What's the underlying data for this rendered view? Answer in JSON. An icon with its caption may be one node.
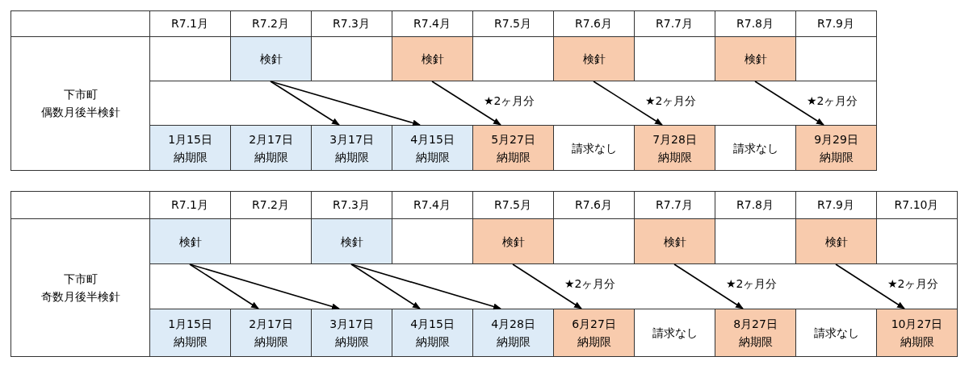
{
  "diagram": {
    "nodes": [
      {
        "text": [
          "検針"
        ]
      },
      {
        "text": [
          "検針"
        ]
      },
      {
        "text": [
          "検針"
        ]
      },
      {
        "text": [
          "検針"
        ]
      },
      {
        "text": [
          "1月15日",
          "納期限"
        ]
      },
      {
        "text": [
          "2月17日",
          "納期限"
        ]
      },
      {
        "text": [
          "3月17日",
          "納期限"
        ]
      },
      {
        "text": [
          "4月15日",
          "納期限"
        ]
      },
      {
        "text": [
          "5月27日",
          "納期限"
        ]
      },
      {
        "text": [
          "請求なし"
        ]
      },
      {
        "text": [
          "7月28日",
          "納期限"
        ]
      },
      {
        "text": [
          "請求なし"
        ]
      },
      {
        "text": [
          "9月29日",
          "納期限"
        ]
      },
      {
        "text": [
          "検針"
        ]
      },
      {
        "text": [
          "検針"
        ]
      },
      {
        "text": [
          "検針"
        ]
      },
      {
        "text": [
          "検針"
        ]
      },
      {
        "text": [
          "検針"
        ]
      },
      {
        "text": [
          "1月15日",
          "納期限"
        ]
      },
      {
        "text": [
          "2月17日",
          "納期限"
        ]
      },
      {
        "text": [
          "3月17日",
          "納期限"
        ]
      },
      {
        "text": [
          "4月15日",
          "納期限"
        ]
      },
      {
        "text": [
          "4月28日",
          "納期限"
        ]
      },
      {
        "text": [
          "6月27日",
          "納期限"
        ]
      },
      {
        "text": [
          "請求なし"
        ]
      },
      {
        "text": [
          "8月27日",
          "納期限"
        ]
      },
      {
        "text": [
          "請求なし"
        ]
      },
      {
        "text": [
          "10月27日",
          "納期限"
        ]
      }
    ],
    "edges": [
      {
        "from": 0,
        "to": 6,
        "arrow": "to"
      },
      {
        "from": 0,
        "to": 7,
        "arrow": "to"
      },
      {
        "from": 1,
        "to": 8,
        "arrow": "to",
        "label": "★2ヶ月分"
      },
      {
        "from": 2,
        "to": 10,
        "arrow": "to",
        "label": "★2ヶ月分"
      },
      {
        "from": 3,
        "to": 12,
        "arrow": "to",
        "label": "★2ヶ月分"
      },
      {
        "from": 13,
        "to": 19,
        "arrow": "to"
      },
      {
        "from": 13,
        "to": 20,
        "arrow": "to"
      },
      {
        "from": 14,
        "to": 21,
        "arrow": "to"
      },
      {
        "from": 14,
        "to": 22,
        "arrow": "to"
      },
      {
        "from": 15,
        "to": 23,
        "arrow": "to",
        "label": "★2ヶ月分"
      },
      {
        "from": 16,
        "to": 25,
        "arrow": "to",
        "label": "★2ヶ月分"
      },
      {
        "from": 17,
        "to": 27,
        "arrow": "to",
        "label": "★2ヶ月分"
      }
    ],
    "labels": [
      "R7.1月",
      "R7.2月",
      "R7.3月",
      "R7.4月",
      "R7.5月",
      "R7.6月",
      "R7.7月",
      "R7.8月",
      "R7.9月",
      "下市町",
      "偶数月後半検針",
      "R7.1月",
      "R7.2月",
      "R7.3月",
      "R7.4月",
      "R7.5月",
      "R7.6月",
      "R7.7月",
      "R7.8月",
      "R7.9月",
      "R7.10月",
      "下市町",
      "奇数月後半検針"
    ]
  }
}
